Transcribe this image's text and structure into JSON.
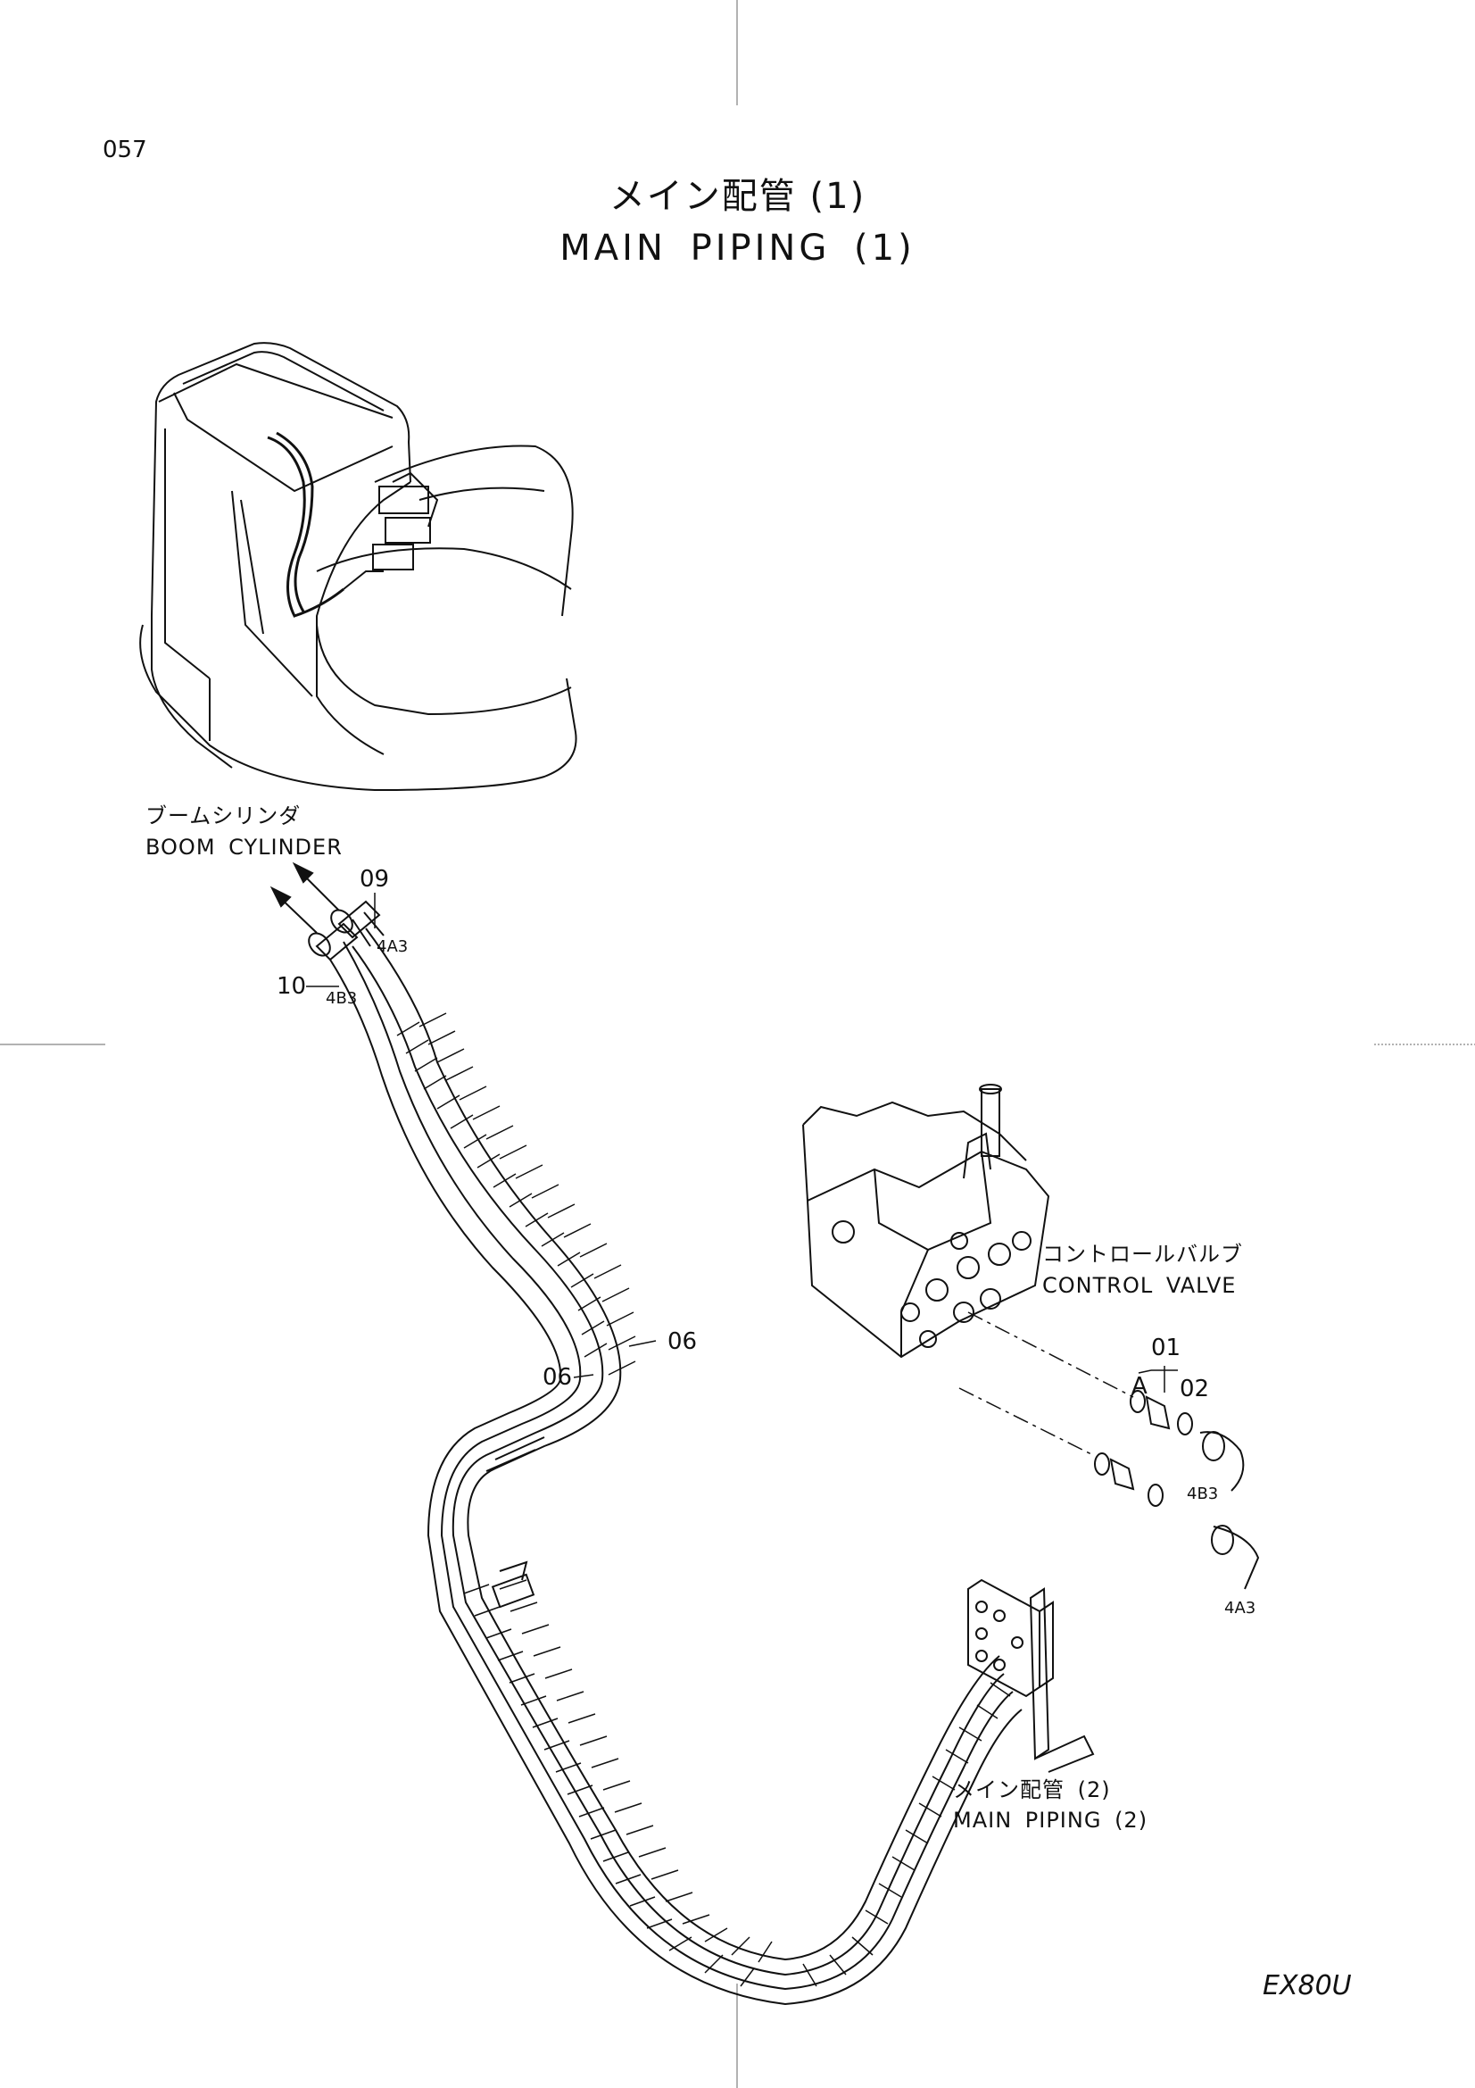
{
  "page_number": "057",
  "title": {
    "jp": "メイン配管 (1)",
    "en": "MAIN PIPING (1)"
  },
  "labels": {
    "boom_cylinder_jp": "ブームシリンダ",
    "boom_cylinder_en": "BOOM CYLINDER",
    "control_valve_jp": "コントロールバルブ",
    "control_valve_en": "CONTROL VALVE",
    "main_piping2_jp": "メイン配管 (2)",
    "main_piping2_en": "MAIN PIPING (2)"
  },
  "callouts": {
    "p09": "09",
    "p10": "10",
    "p06a": "06",
    "p06b": "06",
    "p01": "01",
    "p02": "02",
    "detail_a": "A"
  },
  "port_codes": {
    "top_4a3": "4A3",
    "top_4b3": "4B3",
    "valve_4b3": "4B3",
    "valve_4a3": "4A3"
  },
  "model": "EX80U"
}
